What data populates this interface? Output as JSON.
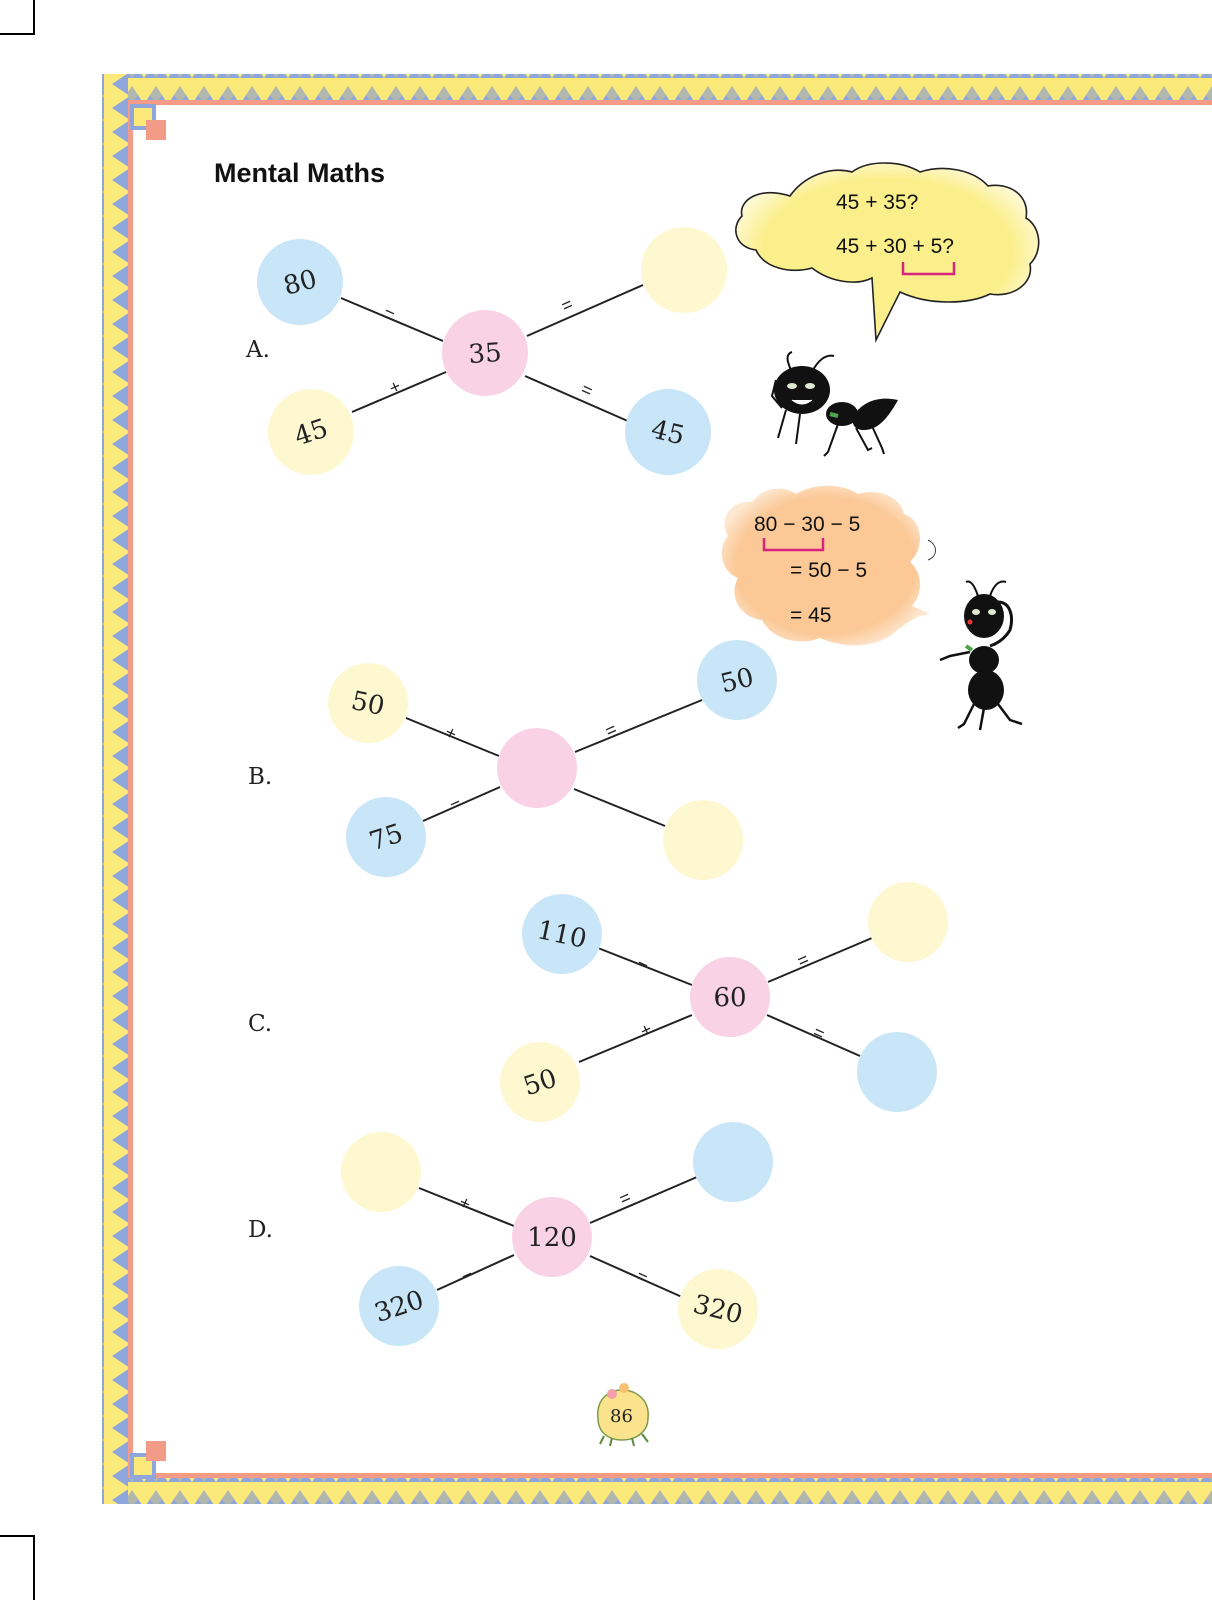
{
  "page": {
    "title": "Mental Maths",
    "page_number": "86"
  },
  "colors": {
    "blue": "#c8e6f8",
    "yellow": "#fdf8d0",
    "pink": "#f9d2e6",
    "border_yellow": "#fbe97a",
    "border_blue": "#8ea6dc",
    "border_salmon": "#f29b86",
    "cloud_yellow": "#fbef8c",
    "cloud_orange": "#fbc896",
    "bracket_magenta": "#d8237f"
  },
  "problems": [
    {
      "label": "A.",
      "center": "35",
      "top_left": "80",
      "bottom_left": "45",
      "top_right": "",
      "bottom_right": "45",
      "op_top_left": "−",
      "op_bottom_left": "+",
      "op_top_right": "=",
      "op_bottom_right": "="
    },
    {
      "label": "B.",
      "center": "",
      "top_left": "50",
      "bottom_left": "75",
      "top_right": "50",
      "bottom_right": "",
      "op_top_left": "+",
      "op_bottom_left": "−",
      "op_top_right": "=",
      "op_bottom_right": ""
    },
    {
      "label": "C.",
      "center": "60",
      "top_left": "110",
      "bottom_left": "50",
      "top_right": "",
      "bottom_right": "",
      "op_top_left": "−",
      "op_bottom_left": "+",
      "op_top_right": "=",
      "op_bottom_right": "="
    },
    {
      "label": "D.",
      "center": "120",
      "top_left": "",
      "bottom_left": "320",
      "top_right": "",
      "bottom_right": "320",
      "op_top_left": "+",
      "op_bottom_left": "−",
      "op_top_right": "=",
      "op_bottom_right": "="
    }
  ],
  "hint_add": {
    "line1": "45 + 35?",
    "line2": "45 + 30 + 5?"
  },
  "hint_subtract": {
    "line1": "80 − 30 − 5",
    "line2": "= 50 − 5",
    "line3": "= 45"
  },
  "icons": [
    "ant-thinking-icon",
    "ant-head-scratch-icon",
    "page-number-badge-icon"
  ]
}
